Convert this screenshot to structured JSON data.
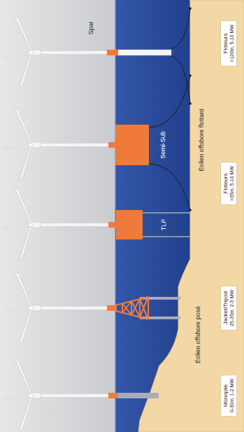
{
  "diagram": {
    "nodes": [
      {
        "text": [
          "Monopile",
          "0-30m, 1-2 MW"
        ]
      },
      {
        "text": [
          "Jacket/Tripod",
          "25-35m, 2-5 MW"
        ]
      },
      {
        "text": [
          "Floteurs",
          ">35m, 5-10 MW"
        ]
      },
      {
        "text": [
          "Floteurs",
          ">120m, 5-10 MW"
        ]
      }
    ],
    "labels": [
      "Éolien offshore posé",
      "Éolien offshore flottant",
      "TLP",
      "Semi-Sub",
      "Spar"
    ]
  }
}
